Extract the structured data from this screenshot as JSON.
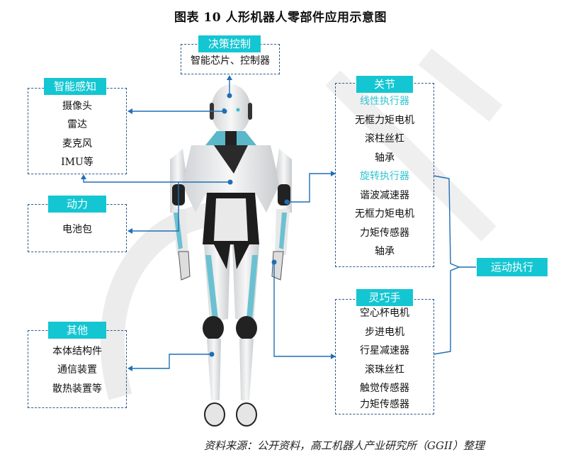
{
  "title": "图表 10   人形机器人零部件应用示意图",
  "source": "资料来源：公开资料，高工机器人产业研究所（GGII）整理",
  "colors": {
    "tag": "#14c6d2",
    "highlight": "#31c4d2",
    "border": "#2a5a8c",
    "line": "#1f6fb5"
  },
  "decision": {
    "tag": "决策控制",
    "items": [
      "智能芯片、控制器"
    ]
  },
  "perception": {
    "tag": "智能感知",
    "items": [
      "摄像头",
      "雷达",
      "麦克风",
      "IMU等"
    ]
  },
  "power": {
    "tag": "动力",
    "items": [
      "电池包"
    ]
  },
  "other": {
    "tag": "其他",
    "items": [
      "本体结构件",
      "通信装置",
      "散热装置等"
    ]
  },
  "joint": {
    "tag": "关节",
    "items": [
      "线性执行器",
      "无框力矩电机",
      "滚柱丝杠",
      "轴承",
      "旋转执行器",
      "谐波减速器",
      "无框力矩电机",
      "力矩传感器",
      "轴承"
    ]
  },
  "hand": {
    "tag": "灵巧手",
    "items": [
      "空心杯电机",
      "步进电机",
      "行星减速器",
      "滚珠丝杠",
      "触觉传感器",
      "力矩传感器"
    ]
  },
  "motion": {
    "tag": "运动执行"
  }
}
